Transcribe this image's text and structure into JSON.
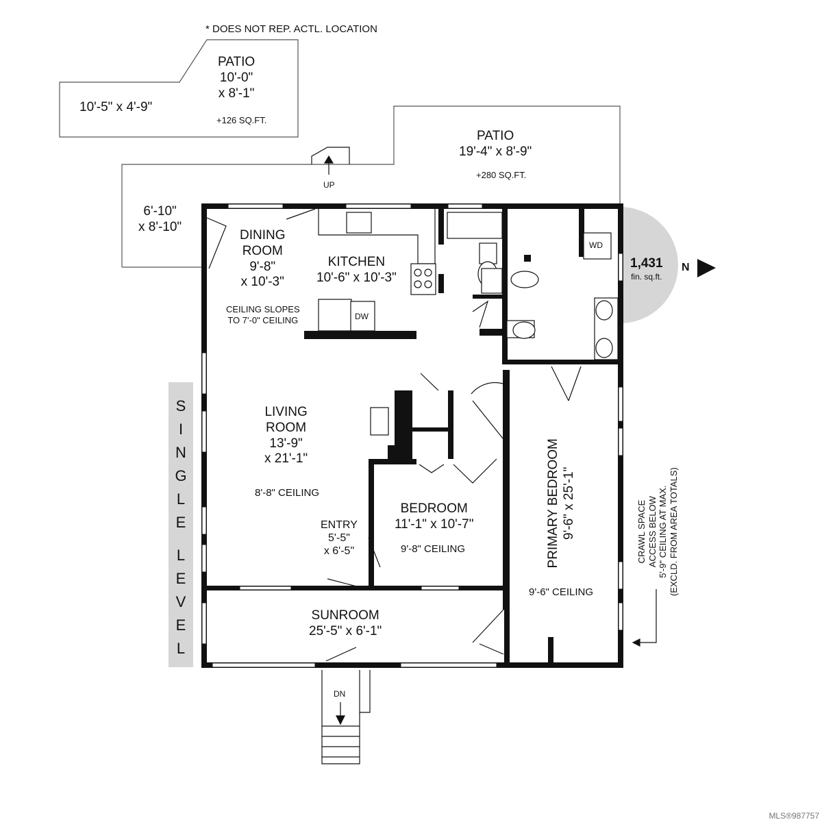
{
  "note": "* DOES NOT REP. ACTL. LOCATION",
  "rooms": {
    "patio_small": {
      "name": "PATIO",
      "dim1": "10'-0\"",
      "dim2": "x 8'-1\"",
      "area": "+126 SQ.FT.",
      "extra": "10'-5\" x 4'-9\""
    },
    "patio_large": {
      "name": "PATIO",
      "dims": "19'-4\" x 8'-9\"",
      "area": "+280 SQ.FT."
    },
    "patio_side": {
      "dim1": "6'-10\"",
      "dim2": "x 8'-10\""
    },
    "dining": {
      "line1": "DINING",
      "line2": "ROOM",
      "dim1": "9'-8\"",
      "dim2": "x 10'-3\"",
      "note1": "CEILING SLOPES",
      "note2": "TO 7'-0\" CEILING"
    },
    "kitchen": {
      "name": "KITCHEN",
      "dims": "10'-6\" x 10'-3\""
    },
    "living": {
      "line1": "LIVING",
      "line2": "ROOM",
      "dim1": "13'-9\"",
      "dim2": "x 21'-1\"",
      "ceiling": "8'-8\" CEILING"
    },
    "entry": {
      "name": "ENTRY",
      "dim1": "5'-5\"",
      "dim2": "x 6'-5\""
    },
    "bedroom": {
      "name": "BEDROOM",
      "dims": "11'-1\" x 10'-7\"",
      "ceiling": "9'-8\" CEILING"
    },
    "primary": {
      "name": "PRIMARY BEDROOM",
      "dims": "9'-6\" x 25'-1\"",
      "ceiling": "9'-6\" CEILING"
    },
    "sunroom": {
      "name": "SUNROOM",
      "dims": "25'-5\" x 6'-1\""
    }
  },
  "fixtures": {
    "dw": "DW",
    "wd": "WD"
  },
  "stairs": {
    "up": "UP",
    "down": "DN"
  },
  "area": {
    "value": "1,431",
    "unit": "fin. sq.ft.",
    "north": "N"
  },
  "crawl": {
    "line1": "CRAWL SPACE",
    "line2": "ACCESS BELOW",
    "line3": "5'-9\" CEILING AT MAX.",
    "line4": "(EXCLD. FROM AREA TOTALS)"
  },
  "level": [
    "S",
    "I",
    "N",
    "G",
    "L",
    "E",
    "L",
    "E",
    "V",
    "E",
    "L"
  ],
  "mls": "MLS®987757"
}
